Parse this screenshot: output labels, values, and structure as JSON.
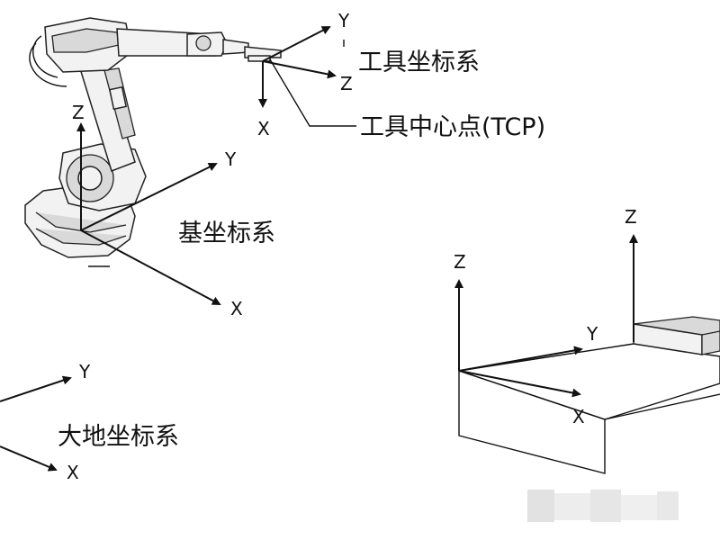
{
  "labels": {
    "tool_frame": "工具坐标系",
    "tcp": "工具中心点(TCP)",
    "base_frame": "基坐标系",
    "world_frame": "大地坐标系"
  },
  "axes": {
    "x": "X",
    "y": "Y",
    "z": "Z"
  },
  "colors": {
    "line": "#111111",
    "background": "#ffffff"
  }
}
